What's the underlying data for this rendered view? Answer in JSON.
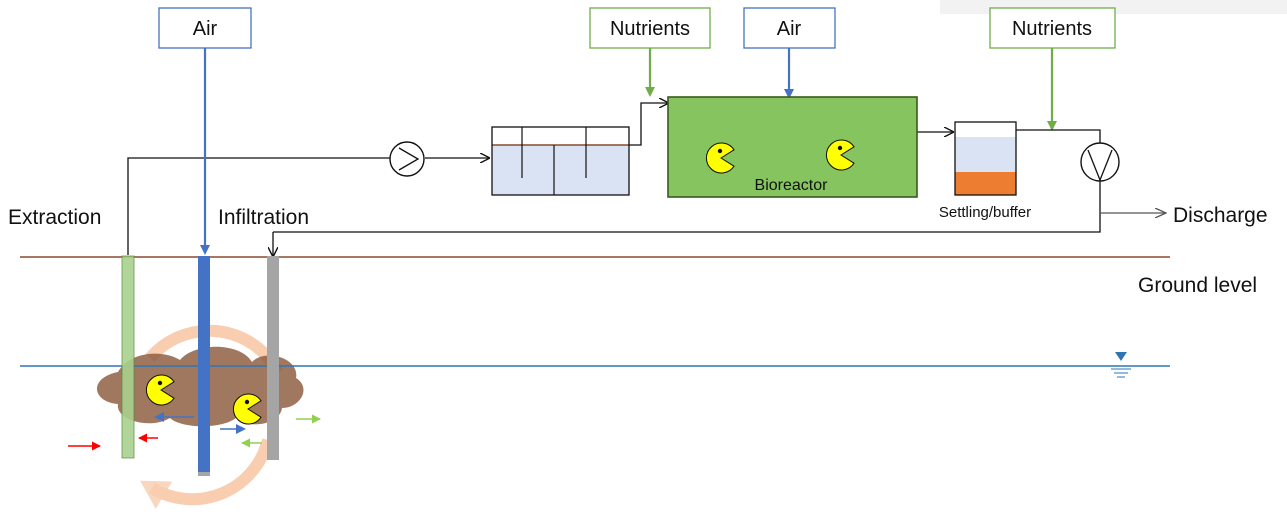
{
  "labels": {
    "air_left": "Air",
    "nutrients_left": "Nutrients",
    "air_right": "Air",
    "nutrients_right": "Nutrients",
    "extraction": "Extraction",
    "infiltration": "Infiltration",
    "bioreactor": "Bioreactor",
    "settling": "Settling/buffer",
    "discharge": "Discharge",
    "ground_level": "Ground level"
  },
  "colors": {
    "box_air_border": "#4472c4",
    "box_nutrient_border": "#70ad47",
    "air_line": "#4472c4",
    "nutrient_line": "#70ad47",
    "ground": "#8b4a2a",
    "water_table": "#2e75b6",
    "bioreactor_fill": "#86c45f",
    "bioreactor_border": "#3a5a1a",
    "tank_water": "#dae3f3",
    "settling_sludge": "#ed7d31",
    "plume": "#8b5a3c",
    "extraction_well": "#a9d18e",
    "air_well": "#4472c4",
    "infiltration_well": "#a5a5a5",
    "microbe": "#ffff00",
    "circulation_arrow": "#f4b183",
    "arrow_red": "#ff0000",
    "arrow_blue": "#4472c4",
    "arrow_green": "#92d050"
  },
  "icons": [
    "pump-icon",
    "water-table-icon",
    "microbe-icon"
  ]
}
